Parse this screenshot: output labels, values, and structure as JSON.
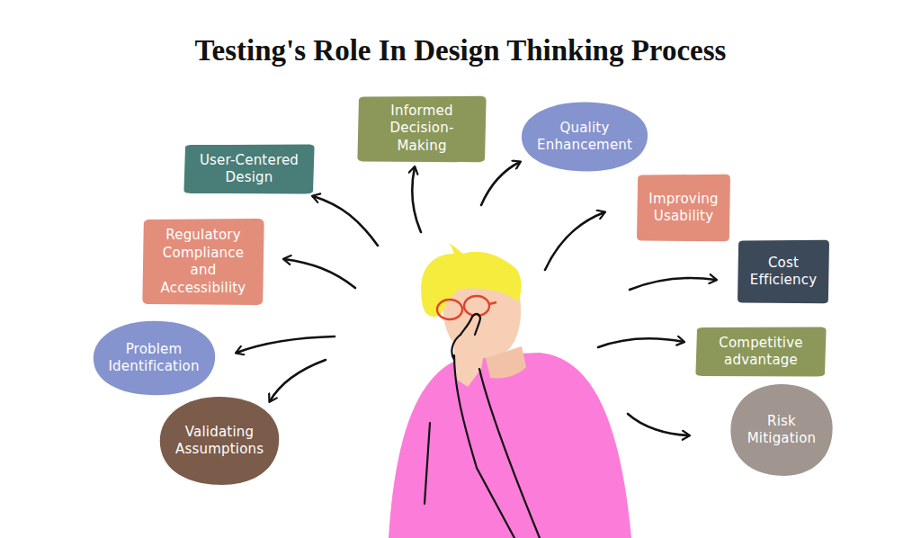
{
  "diagram": {
    "title": "Testing's Role In Design Thinking Process",
    "nodes": [
      {
        "text": [
          "Quality Enhancement"
        ]
      },
      {
        "text": [
          "Informed Decision-Making"
        ]
      },
      {
        "text": [
          "User-Centered Design"
        ]
      },
      {
        "text": [
          "Improving Usability"
        ]
      },
      {
        "text": [
          "Regulatory Compliance and Accessibility"
        ]
      },
      {
        "text": [
          "Cost Efficiency"
        ]
      },
      {
        "text": [
          "Problem Identification"
        ]
      },
      {
        "text": [
          "Competitive advantage"
        ]
      },
      {
        "text": [
          "Risk Mitigation"
        ]
      },
      {
        "text": [
          "Validating Assumptions"
        ]
      }
    ]
  }
}
